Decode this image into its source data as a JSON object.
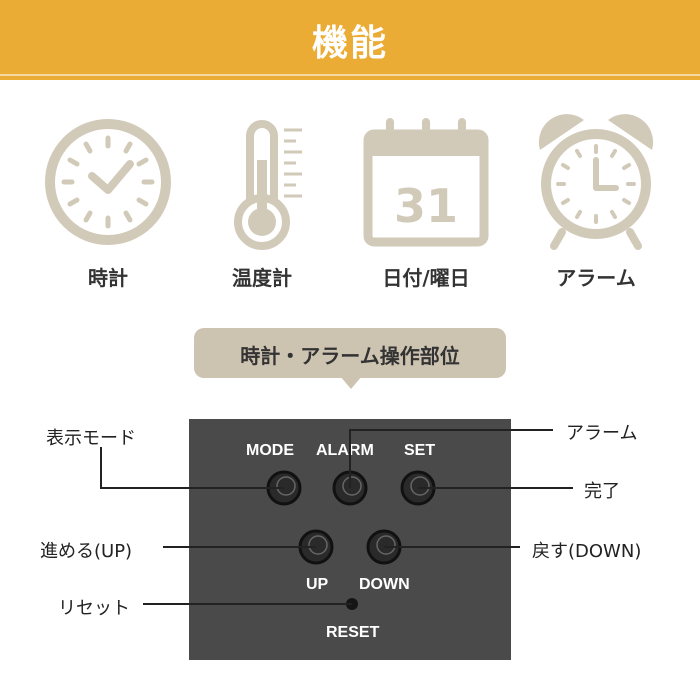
{
  "header": {
    "title": "機能"
  },
  "features": [
    {
      "label": "時計",
      "icon": "clock-icon"
    },
    {
      "label": "温度計",
      "icon": "thermometer-icon"
    },
    {
      "label": "日付/曜日",
      "icon": "calendar-icon",
      "calendar_number": "31"
    },
    {
      "label": "アラーム",
      "icon": "alarm-clock-icon"
    }
  ],
  "operations": {
    "title": "時計・アラーム操作部位",
    "buttons": {
      "mode": "MODE",
      "alarm": "ALARM",
      "set": "SET",
      "up": "UP",
      "down": "DOWN",
      "reset": "RESET"
    },
    "callouts": {
      "mode": "表示モード",
      "alarm": "アラーム",
      "set": "完了",
      "up": "進める(UP)",
      "down": "戻す(DOWN)",
      "reset": "リセット"
    }
  },
  "colors": {
    "accent": "#ebac35",
    "icon": "#d2cab9",
    "pill": "#ccc3b1",
    "panel": "#4a4a4a"
  }
}
